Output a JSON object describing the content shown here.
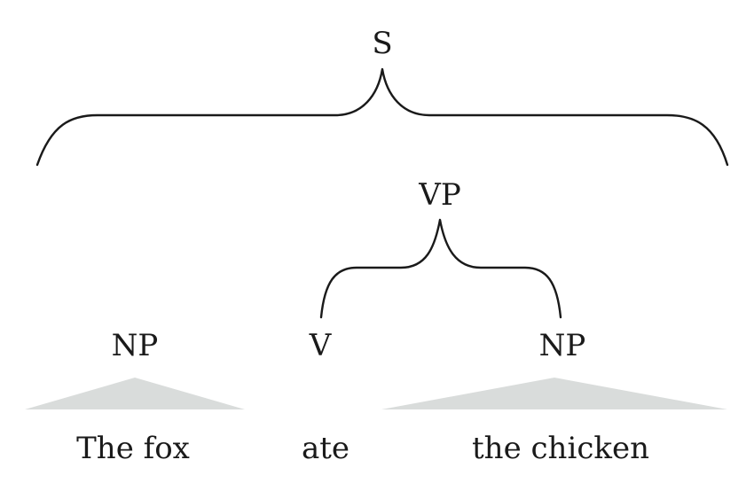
{
  "tree": {
    "root": {
      "label": "S"
    },
    "vp": {
      "label": "VP"
    },
    "subject": {
      "label": "NP",
      "words": "The fox"
    },
    "verb": {
      "label": "V",
      "words": "ate"
    },
    "object": {
      "label": "NP",
      "words": "the chicken"
    }
  },
  "colors": {
    "ink": "#1a1a1a",
    "triangle_fill": "#d9dcdb",
    "background": "#ffffff"
  }
}
